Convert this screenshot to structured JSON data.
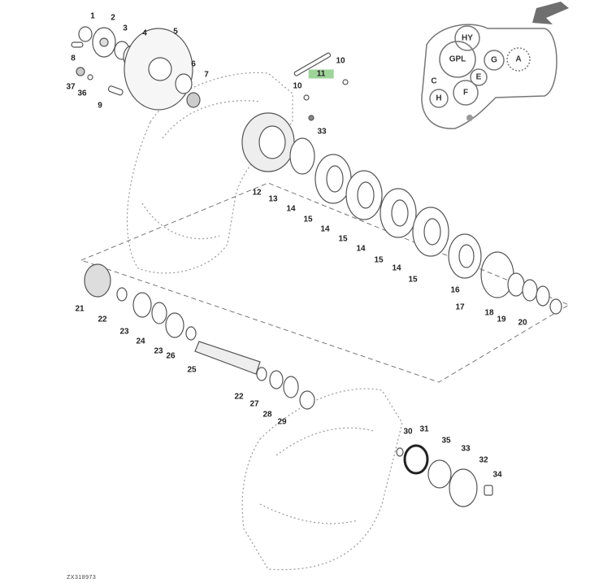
{
  "diagram": {
    "image_id": "ZX318973",
    "highlighted_callout": "11",
    "callouts": [
      "1",
      "2",
      "3",
      "4",
      "5",
      "6",
      "7",
      "8",
      "37",
      "36",
      "9",
      "10",
      "11",
      "10",
      "33",
      "12",
      "13",
      "14",
      "15",
      "14",
      "15",
      "14",
      "15",
      "14",
      "15",
      "16",
      "17",
      "18",
      "19",
      "20",
      "21",
      "22",
      "23",
      "24",
      "23",
      "26",
      "25",
      "22",
      "27",
      "28",
      "29",
      "30",
      "31",
      "35",
      "33",
      "32",
      "34"
    ],
    "inset_labels": [
      "HY",
      "GPL",
      "G",
      "A",
      "E",
      "C",
      "H",
      "F"
    ],
    "colors": {
      "highlight": "#9fd39a",
      "arrow": "#6f6f6f",
      "line": "#555555"
    }
  }
}
